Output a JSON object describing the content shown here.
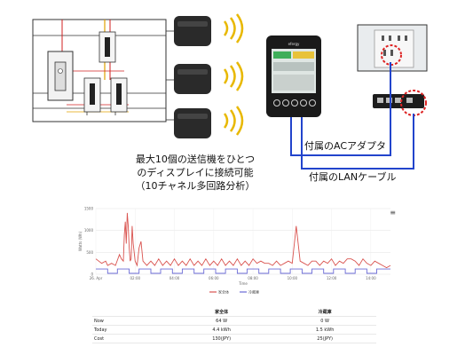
{
  "caption": {
    "line1": "最大10個の送信機をひとつ",
    "line2": "のディスプレイに接続可能",
    "line3": "（10チャネル多回路分析）"
  },
  "labels": {
    "ac_adapter": "付属のACアダプタ",
    "lan_cable": "付属のLANケーブル"
  },
  "chart_data": {
    "type": "line",
    "title": "",
    "xlabel": "Time",
    "ylabel": "Watts (Wh)",
    "ylim": [
      0,
      1500
    ],
    "yticks": [
      "0",
      "500",
      "1000",
      "1500"
    ],
    "xticks": [
      "26. Apr",
      "02:00",
      "04:00",
      "06:00",
      "08:00",
      "10:00",
      "12:00",
      "14:00"
    ],
    "grid": true,
    "legend_position": "bottom",
    "series": [
      {
        "name": "家全体",
        "color": "#d9534f",
        "x": [
          0.0,
          0.3,
          0.5,
          0.6,
          0.8,
          1.0,
          1.2,
          1.3,
          1.4,
          1.45,
          1.5,
          1.55,
          1.6,
          1.65,
          1.7,
          1.75,
          1.8,
          1.85,
          1.9,
          2.0,
          2.1,
          2.2,
          2.3,
          2.4,
          2.5,
          2.6,
          2.8,
          3.0,
          3.2,
          3.4,
          3.6,
          3.8,
          4.0,
          4.2,
          4.4,
          4.6,
          4.8,
          5.0,
          5.2,
          5.4,
          5.6,
          5.8,
          6.0,
          6.2,
          6.4,
          6.6,
          6.8,
          7.0,
          7.2,
          7.4,
          7.6,
          7.8,
          8.0,
          8.2,
          8.4,
          8.6,
          8.8,
          9.0,
          9.2,
          9.4,
          9.6,
          9.8,
          10.0,
          10.2,
          10.4,
          10.6,
          10.8,
          11.0,
          11.2,
          11.4,
          11.6,
          11.8,
          12.0,
          12.2,
          12.4,
          12.6,
          12.8,
          13.0,
          13.2,
          13.4,
          13.6,
          13.8,
          14.0,
          14.2,
          14.4,
          14.6,
          14.8,
          15.0
        ],
        "y": [
          350,
          250,
          300,
          200,
          250,
          200,
          450,
          350,
          300,
          900,
          1200,
          700,
          1400,
          1100,
          600,
          300,
          350,
          1100,
          700,
          300,
          200,
          600,
          750,
          300,
          250,
          200,
          300,
          200,
          350,
          200,
          300,
          200,
          350,
          200,
          300,
          200,
          350,
          200,
          300,
          200,
          350,
          200,
          300,
          200,
          350,
          200,
          300,
          200,
          350,
          200,
          300,
          200,
          350,
          250,
          300,
          250,
          250,
          200,
          300,
          200,
          250,
          300,
          250,
          1100,
          300,
          250,
          200,
          300,
          300,
          200,
          300,
          250,
          350,
          200,
          300,
          250,
          350,
          350,
          300,
          200,
          350,
          250,
          200,
          300,
          250,
          200,
          150,
          200
        ]
      },
      {
        "name": "冷蔵庫",
        "color": "#6b6bd6",
        "x": [
          0.0,
          0.6,
          0.6,
          1.1,
          1.1,
          1.7,
          1.7,
          2.2,
          2.2,
          2.8,
          2.8,
          3.3,
          3.3,
          3.9,
          3.9,
          4.4,
          4.4,
          5.0,
          5.0,
          5.5,
          5.5,
          6.1,
          6.1,
          6.6,
          6.6,
          7.2,
          7.2,
          7.7,
          7.7,
          8.3,
          8.3,
          8.8,
          8.8,
          9.4,
          9.4,
          9.9,
          9.9,
          10.5,
          10.5,
          11.0,
          11.0,
          11.6,
          11.6,
          12.1,
          12.1,
          12.7,
          12.7,
          13.2,
          13.2,
          13.8,
          13.8,
          14.3,
          14.3,
          15.0
        ],
        "y": [
          120,
          120,
          20,
          20,
          120,
          120,
          20,
          20,
          120,
          120,
          20,
          20,
          120,
          120,
          20,
          20,
          120,
          120,
          20,
          20,
          120,
          120,
          20,
          20,
          120,
          120,
          20,
          20,
          120,
          120,
          20,
          20,
          120,
          120,
          20,
          20,
          120,
          120,
          20,
          20,
          120,
          120,
          20,
          20,
          120,
          120,
          20,
          20,
          120,
          120,
          20,
          20,
          120,
          120
        ]
      }
    ]
  },
  "table": {
    "headers": [
      "",
      "家全体",
      "冷蔵庫"
    ],
    "rows": [
      [
        "Now",
        "64 W",
        "0 W"
      ],
      [
        "Today",
        "4.4 kWh",
        "1.5 kWh"
      ],
      [
        "Cost",
        "130(JPY)",
        "25(JPY)"
      ]
    ]
  },
  "display_device": {
    "brand": "efergy"
  },
  "colors": {
    "cable_blue": "#2244cc",
    "highlight_red": "#dd2222",
    "wifi_yellow": "#e8b800"
  }
}
